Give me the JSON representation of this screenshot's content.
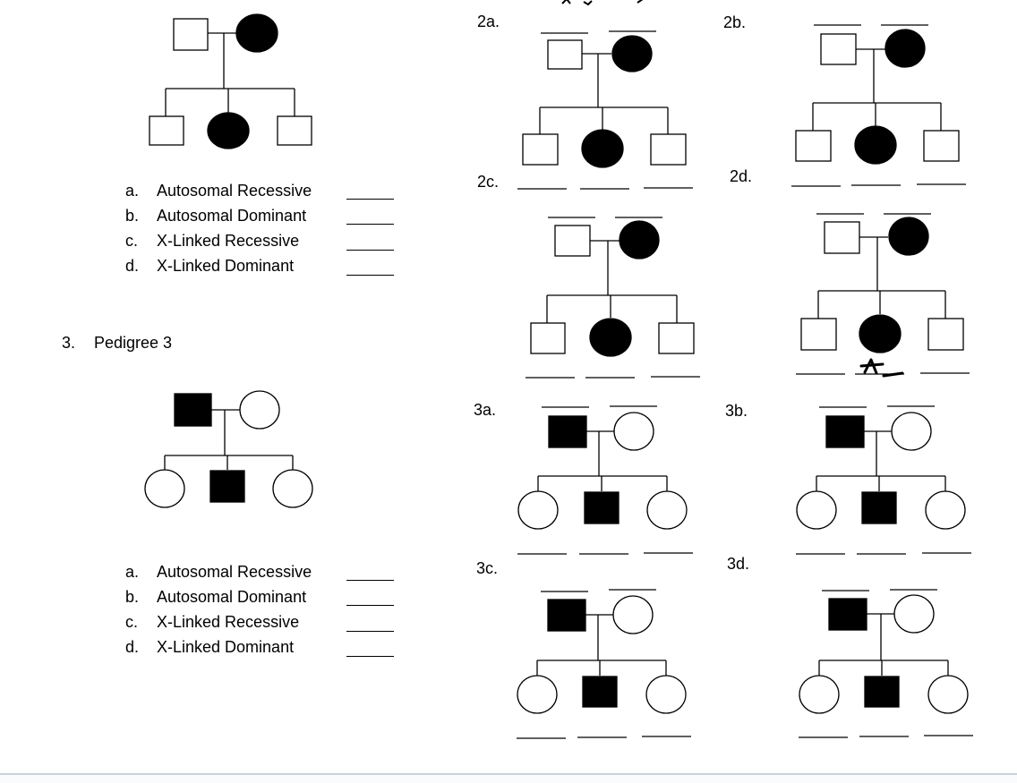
{
  "section2": {
    "options": [
      {
        "letter": "a.",
        "text": "Autosomal Recessive"
      },
      {
        "letter": "b.",
        "text": "Autosomal Dominant"
      },
      {
        "letter": "c.",
        "text": "X-Linked Recessive"
      },
      {
        "letter": "d.",
        "text": "X-Linked Dominant"
      }
    ]
  },
  "section3": {
    "number": "3.",
    "title": "Pedigree 3",
    "options": [
      {
        "letter": "a.",
        "text": "Autosomal Recessive"
      },
      {
        "letter": "b.",
        "text": "Autosomal Dominant"
      },
      {
        "letter": "c.",
        "text": "X-Linked Recessive"
      },
      {
        "letter": "d.",
        "text": "X-Linked Dominant"
      }
    ]
  },
  "subfigures": {
    "2a": "2a.",
    "2b": "2b.",
    "2c": "2c.",
    "2d": "2d.",
    "3a": "3a.",
    "3b": "3b.",
    "3c": "3c.",
    "3d": "3d."
  },
  "handwriting": "A"
}
